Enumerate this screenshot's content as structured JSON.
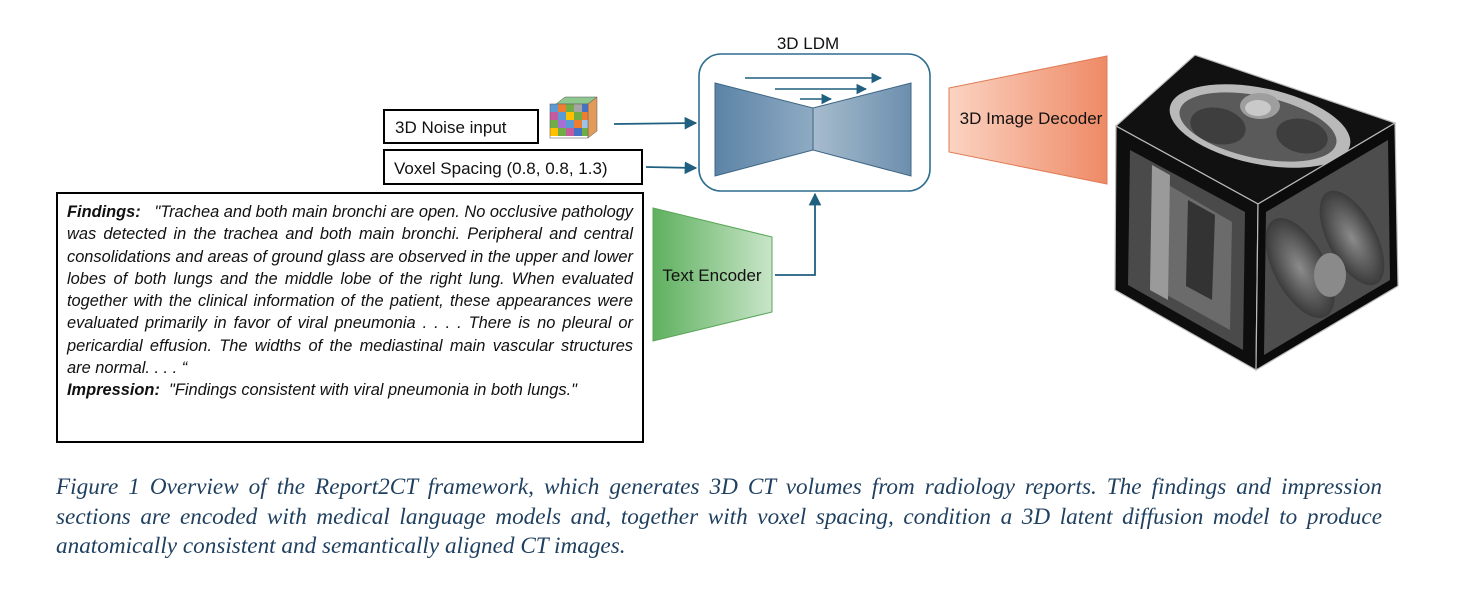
{
  "ldm": {
    "title": "3D LDM"
  },
  "inputs": {
    "noise_label": "3D Noise input",
    "voxel_label": "Voxel Spacing (0.8, 0.8, 1.3)"
  },
  "text_encoder": {
    "label": "Text Encoder"
  },
  "decoder": {
    "label": "3D Image Decoder"
  },
  "report": {
    "findings_heading": "Findings:",
    "findings_text": "\"Trachea and both main bronchi are open. No occlusive pathology was detected in the trachea and both main bronchi. Peripheral and central consolidations and areas of ground glass are observed in the upper and lower lobes of both lungs and the middle lobe of the right lung. When evaluated together with the clinical information of the patient, these appearances were evaluated primarily in favor of viral pneumonia . . . . There is no pleural or pericardial effusion. The widths of the mediastinal main vascular structures are normal. . . . “",
    "impression_heading": "Impression:",
    "impression_text": "\"Findings consistent with viral pneumonia in both lungs.\""
  },
  "caption": "Figure 1 Overview of the Report2CT framework, which generates 3D CT volumes from radiology reports. The findings and impression sections are encoded with medical language models and, together with voxel spacing, condition a 3D latent diffusion model to produce anatomically consistent and semantically aligned CT images.",
  "colors": {
    "arrow": "#1f5f7f",
    "ldm_border": "#2f6f8f",
    "unet_block": "#6a8fae",
    "text_encoder": "#5fb05f",
    "decoder": "#ee8a66",
    "caption": "#1f3f5f"
  }
}
